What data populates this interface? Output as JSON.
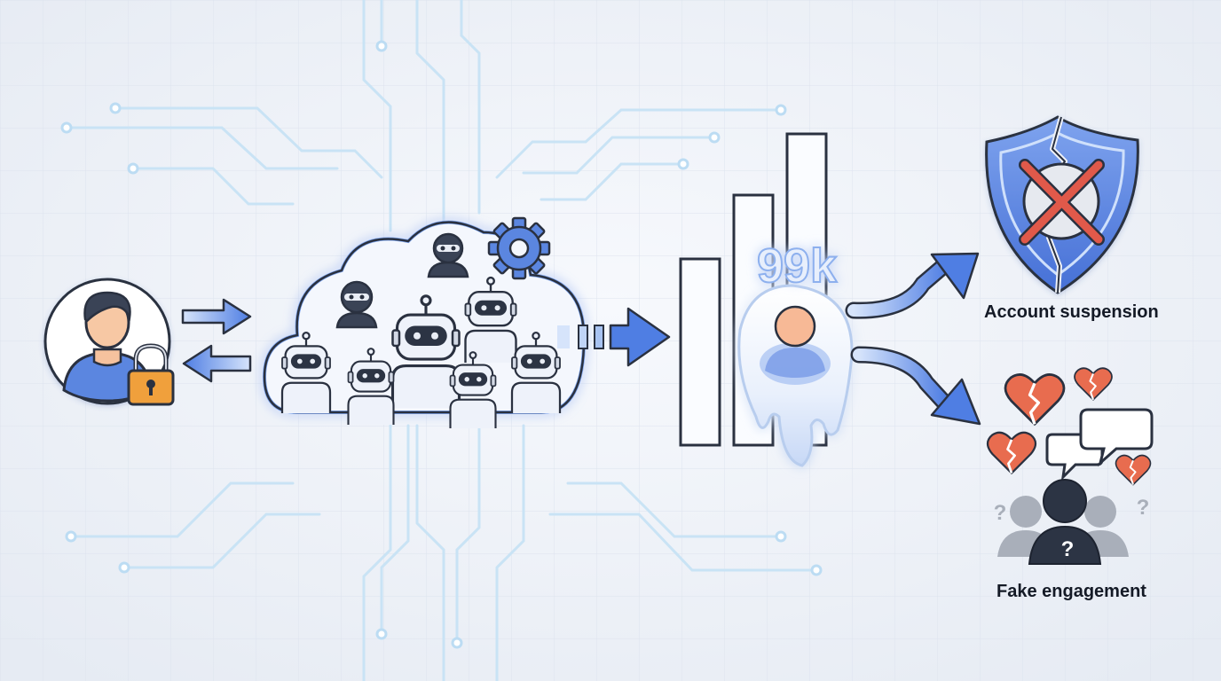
{
  "diagram": {
    "follower_count": "99k",
    "outcomes": {
      "suspension_label": "Account suspension",
      "fake_engagement_label": "Fake engagement"
    },
    "icons": {
      "user": "user-lock-icon",
      "cloud": "bot-cloud-icon",
      "gear": "gear-icon",
      "hacker": "masked-hacker-icon",
      "robot": "robot-icon",
      "chart": "bar-chart-icon",
      "melting_profile": "melting-profile-icon",
      "shield": "broken-shield-icon",
      "hearts": "broken-heart-icon",
      "bubbles": "speech-bubble-icon",
      "crowd": "anonymous-crowd-icon"
    },
    "colors": {
      "background": "#eef1f7",
      "circuit": "#c9e3f5",
      "arrow_blue": "#4f7ee3",
      "shield_blue": "#5b86e0",
      "cross_red": "#e0594a",
      "lock_orange": "#f0a03c",
      "heart_red": "#e86c4f",
      "crowd_dark": "#2c3444"
    },
    "question_mark": "?"
  }
}
